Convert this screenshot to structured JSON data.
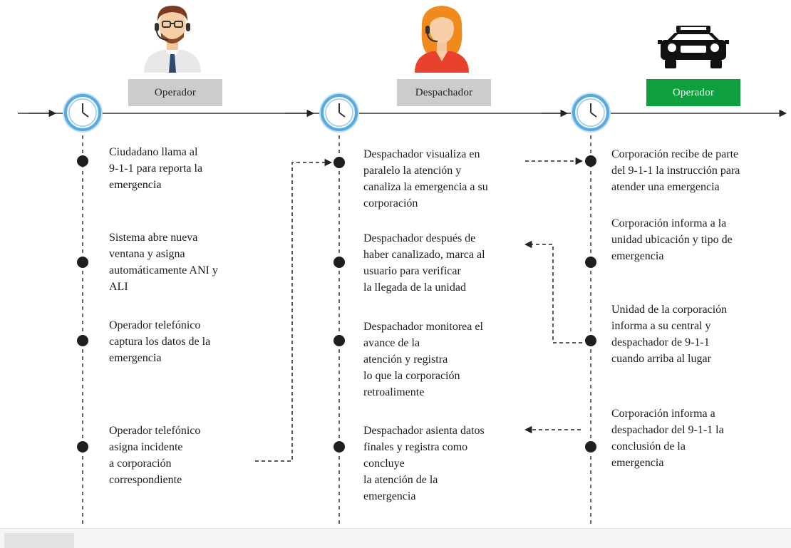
{
  "columns": [
    {
      "role": "Operador",
      "role_style": "gray",
      "icon": "male-operator-headset-icon",
      "steps": [
        [
          "Ciudadano llama al",
          "9-1-1 para reporta la",
          "emergencia"
        ],
        [
          "Sistema abre nueva",
          "ventana y asigna",
          "automáticamente ANI y",
          "ALI"
        ],
        [
          "Operador telefónico",
          "captura los datos de la",
          "emergencia"
        ],
        [
          "Operador telefónico",
          "asigna incidente",
          "a corporación",
          "correspondiente"
        ]
      ]
    },
    {
      "role": "Despachador",
      "role_style": "gray",
      "icon": "female-dispatcher-headset-icon",
      "steps": [
        [
          "Despachador visualiza en",
          "paralelo la atención y",
          "canaliza la emergencia a su",
          "corporación"
        ],
        [
          "Despachador después de",
          "haber canalizado, marca al",
          "usuario para verificar",
          "la llegada de la unidad"
        ],
        [
          "Despachador monitorea el",
          "avance de la",
          "atención y registra",
          "lo que la corporación",
          "retroalimente"
        ],
        [
          "Despachador asienta datos",
          "finales y registra como",
          "concluye",
          "la atención de la",
          "emergencia"
        ]
      ]
    },
    {
      "role": "Operador",
      "role_style": "green",
      "icon": "police-car-icon",
      "steps": [
        [
          "Corporación recibe de parte",
          "del 9-1-1 la instrucción para",
          "atender una emergencia"
        ],
        [
          "Corporación informa a la",
          "unidad ubicación y tipo de",
          "emergencia"
        ],
        [
          "Unidad de la corporación",
          "informa a su central y",
          "despachador de 9-1-1",
          "cuando arriba al lugar"
        ],
        [
          "Corporación informa a",
          "despachador del 9-1-1 la",
          "conclusión de la",
          "emergencia"
        ]
      ]
    }
  ],
  "colors": {
    "line": "#333333",
    "dot": "#1f1f1f",
    "clock_ring": "#59a9dc",
    "clock_face": "#eef7fd",
    "label_gray": "#cccccc",
    "label_green": "#0e9f3e"
  }
}
